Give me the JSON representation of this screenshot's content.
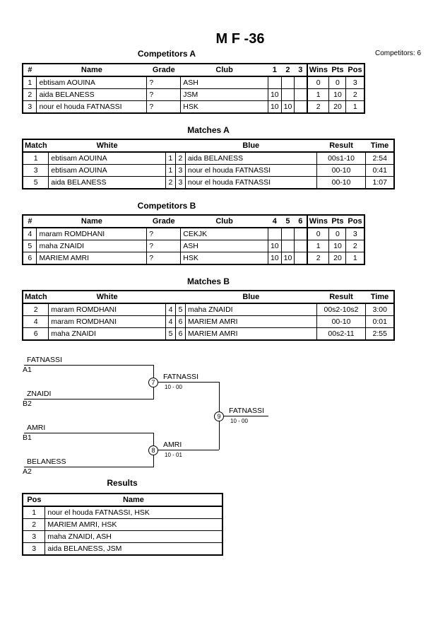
{
  "title": "M F -36",
  "competitors_count": "Competitors: 6",
  "pool_a": {
    "title": "Competitors A",
    "headers": [
      "#",
      "Name",
      "Grade",
      "Club",
      "1",
      "2",
      "3",
      "Wins",
      "Pts",
      "Pos"
    ],
    "rows": [
      [
        "1",
        "ebtisam AOUINA",
        "?",
        "ASH",
        "",
        "",
        "",
        "0",
        "0",
        "3"
      ],
      [
        "2",
        "aida BELANESS",
        "?",
        "JSM",
        "10",
        "",
        "",
        "1",
        "10",
        "2"
      ],
      [
        "3",
        "nour el houda FATNASSI",
        "?",
        "HSK",
        "10",
        "10",
        "",
        "2",
        "20",
        "1"
      ]
    ]
  },
  "matches_a": {
    "title": "Matches A",
    "headers": [
      "Match",
      "White",
      "",
      "",
      "Blue",
      "Result",
      "Time"
    ],
    "rows": [
      [
        "1",
        "ebtisam AOUINA",
        "1",
        "2",
        "aida BELANESS",
        "00s1-10",
        "2:54"
      ],
      [
        "3",
        "ebtisam AOUINA",
        "1",
        "3",
        "nour el houda FATNASSI",
        "00-10",
        "0:41"
      ],
      [
        "5",
        "aida BELANESS",
        "2",
        "3",
        "nour el houda FATNASSI",
        "00-10",
        "1:07"
      ]
    ]
  },
  "pool_b": {
    "title": "Competitors B",
    "headers": [
      "#",
      "Name",
      "Grade",
      "Club",
      "4",
      "5",
      "6",
      "Wins",
      "Pts",
      "Pos"
    ],
    "rows": [
      [
        "4",
        "maram ROMDHANI",
        "?",
        "CEKJK",
        "",
        "",
        "",
        "0",
        "0",
        "3"
      ],
      [
        "5",
        "maha ZNAIDI",
        "?",
        "ASH",
        "10",
        "",
        "",
        "1",
        "10",
        "2"
      ],
      [
        "6",
        "MARIEM AMRI",
        "?",
        "HSK",
        "10",
        "10",
        "",
        "2",
        "20",
        "1"
      ]
    ]
  },
  "matches_b": {
    "title": "Matches B",
    "headers": [
      "Match",
      "White",
      "",
      "",
      "Blue",
      "Result",
      "Time"
    ],
    "rows": [
      [
        "2",
        "maram ROMDHANI",
        "4",
        "5",
        "maha ZNAIDI",
        "00s2-10s2",
        "3:00"
      ],
      [
        "4",
        "maram ROMDHANI",
        "4",
        "6",
        "MARIEM AMRI",
        "00-10",
        "0:01"
      ],
      [
        "6",
        "maha ZNAIDI",
        "5",
        "6",
        "MARIEM AMRI",
        "00s2-11",
        "2:55"
      ]
    ]
  },
  "bracket": {
    "e1_name": "FATNASSI",
    "e1_pos": "A1",
    "e2_name": "ZNAIDI",
    "e2_pos": "B2",
    "e3_name": "AMRI",
    "e3_pos": "B1",
    "e4_name": "BELANESS",
    "e4_pos": "A2",
    "m7_num": "7",
    "m7_winner": "FATNASSI",
    "m7_score": "10 - 00",
    "m8_num": "8",
    "m8_winner": "AMRI",
    "m8_score": "10 - 01",
    "m9_num": "9",
    "m9_winner": "FATNASSI",
    "m9_score": "10 - 00"
  },
  "results": {
    "title": "Results",
    "headers": [
      "Pos",
      "Name"
    ],
    "rows": [
      [
        "1",
        "nour el houda FATNASSI, HSK"
      ],
      [
        "2",
        "MARIEM AMRI, HSK"
      ],
      [
        "3",
        "maha ZNAIDI, ASH"
      ],
      [
        "3",
        "aida BELANESS, JSM"
      ]
    ]
  }
}
